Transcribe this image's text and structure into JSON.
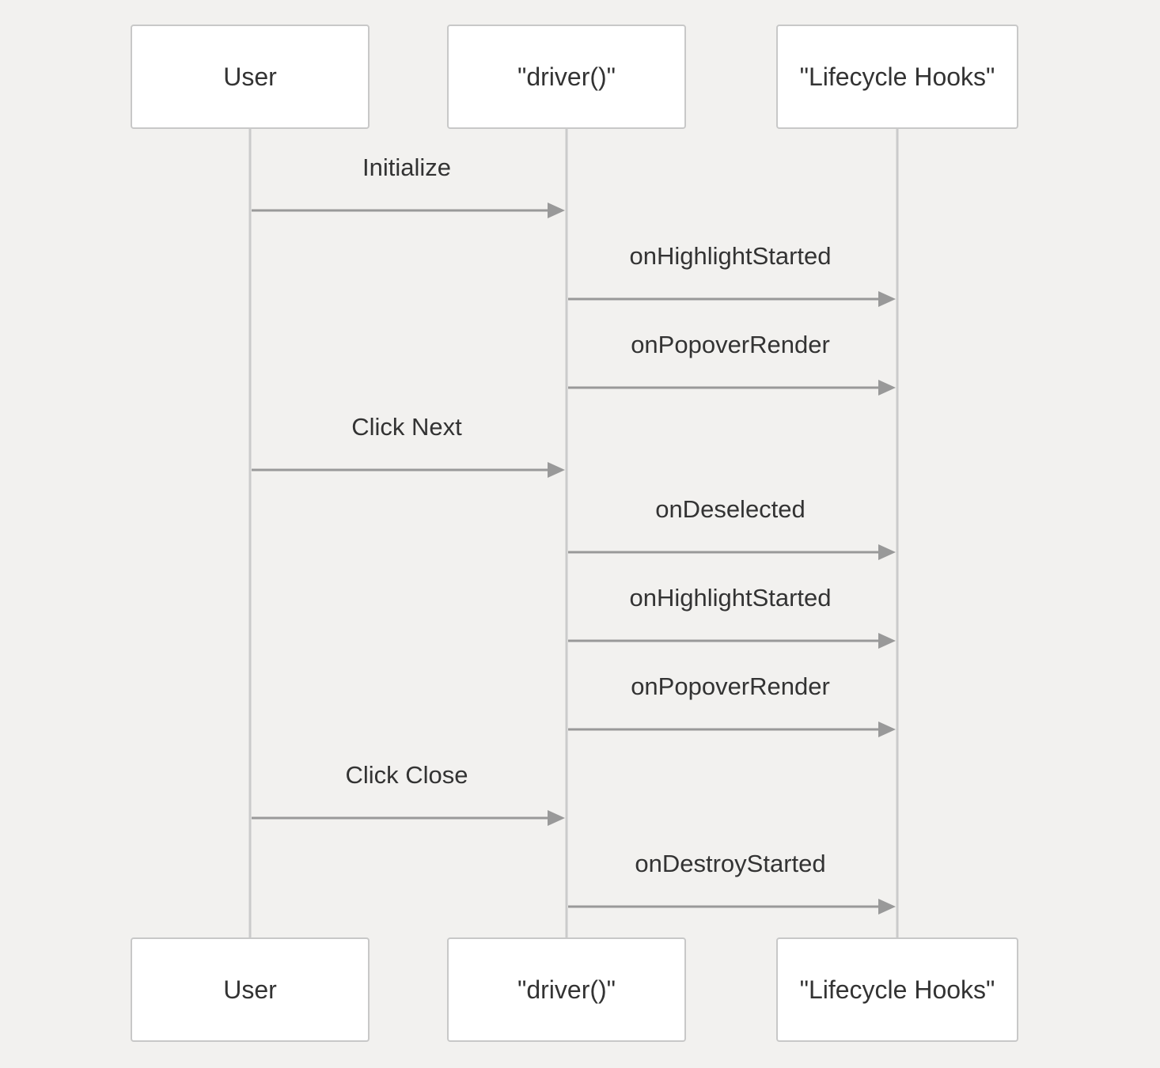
{
  "diagram": {
    "type": "sequence",
    "participants": [
      {
        "id": "user",
        "label": "User"
      },
      {
        "id": "driver",
        "label": "\"driver()\""
      },
      {
        "id": "hooks",
        "label": "\"Lifecycle Hooks\""
      }
    ],
    "messages": [
      {
        "from": "user",
        "to": "driver",
        "label": "Initialize"
      },
      {
        "from": "driver",
        "to": "hooks",
        "label": "onHighlightStarted"
      },
      {
        "from": "driver",
        "to": "hooks",
        "label": "onPopoverRender"
      },
      {
        "from": "user",
        "to": "driver",
        "label": "Click Next"
      },
      {
        "from": "driver",
        "to": "hooks",
        "label": "onDeselected"
      },
      {
        "from": "driver",
        "to": "hooks",
        "label": "onHighlightStarted"
      },
      {
        "from": "driver",
        "to": "hooks",
        "label": "onPopoverRender"
      },
      {
        "from": "user",
        "to": "driver",
        "label": "Click Close"
      },
      {
        "from": "driver",
        "to": "hooks",
        "label": "onDestroyStarted"
      }
    ],
    "colors": {
      "background": "#f2f1ef",
      "box_fill": "#ffffff",
      "box_border": "#c8c8c8",
      "lifeline": "#cbcbcb",
      "arrow": "#999999",
      "text": "#333333"
    }
  }
}
